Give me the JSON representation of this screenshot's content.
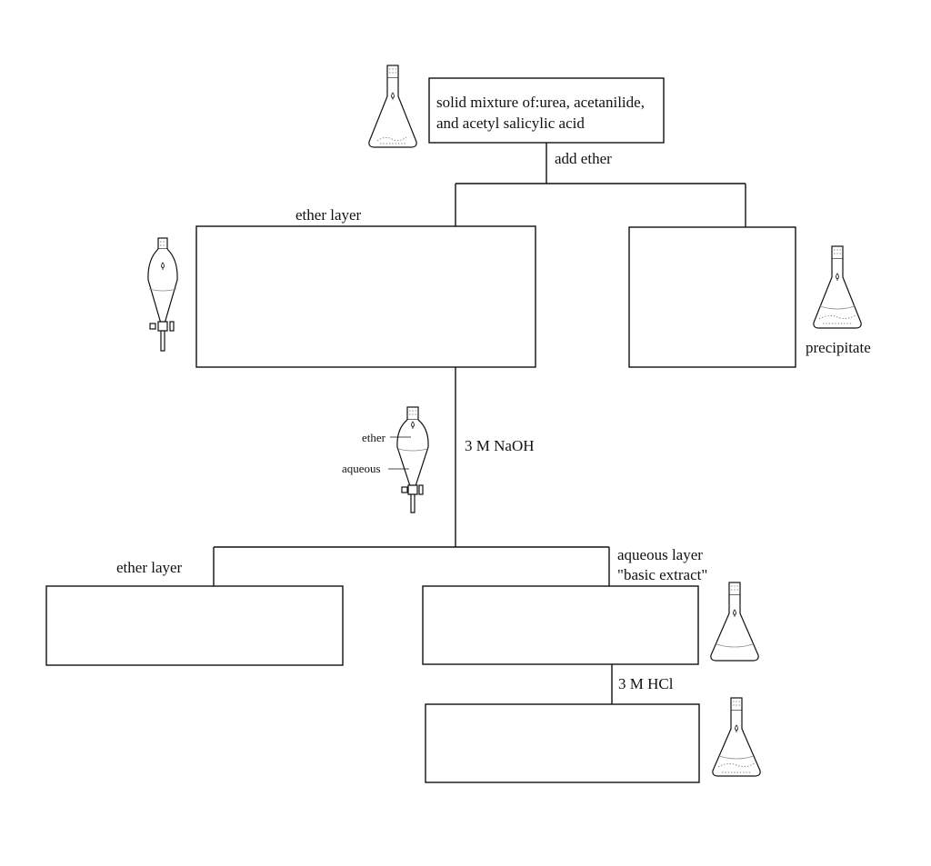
{
  "diagram": {
    "top_box": {
      "lines": [
        "solid mixture of:urea, acetanilide,",
        "and acetyl salicylic acid"
      ]
    },
    "edges": {
      "add_ether": "add ether",
      "naoh": "3 M NaOH",
      "hcl": "3 M HCl"
    },
    "labels": {
      "ether_layer_1": "ether layer",
      "precipitate": "precipitate",
      "ether_layer_2": "ether layer",
      "aqueous_layer": "aqueous layer",
      "basic_extract": "\"basic extract\""
    },
    "funnel_callouts": {
      "ether": "ether",
      "aqueous": "aqueous"
    },
    "colors": {
      "line": "#111111",
      "background": "#ffffff"
    }
  }
}
